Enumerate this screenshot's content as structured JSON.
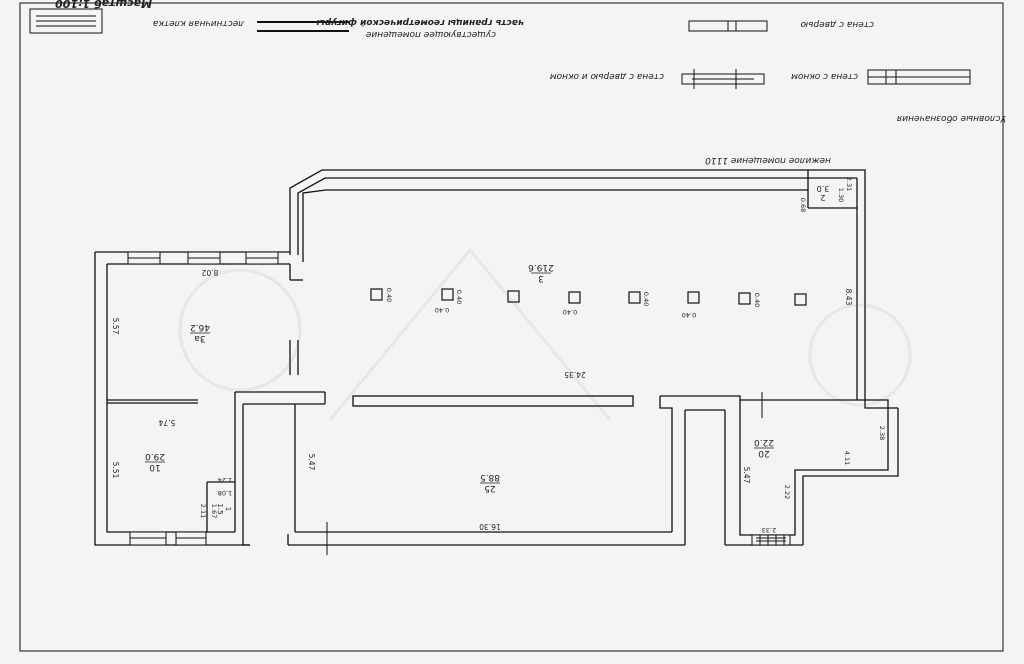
{
  "header": {
    "scale": "Масштаб 1:100"
  },
  "legend": {
    "title": "Условные обозначения",
    "items": [
      {
        "key": "wall_door",
        "label": "стена с дверью"
      },
      {
        "key": "existing_room",
        "label": "существующее помещение"
      },
      {
        "key": "stairwell",
        "label": "лестничная клетка"
      },
      {
        "key": "geometry_part",
        "label": "часть границы геометрической фигуры"
      },
      {
        "key": "wall_window",
        "label": "стена с окном"
      },
      {
        "key": "wall_door_window",
        "label": "стена с дверью и окном"
      }
    ]
  },
  "plan": {
    "below_note": "нежилое помещение 1110",
    "rooms": [
      {
        "id": "room_3",
        "number": "3",
        "area": "219.6"
      },
      {
        "id": "room_3a",
        "number": "3а",
        "area": "46.2"
      },
      {
        "id": "room_10",
        "number": "10",
        "area": "29.0"
      },
      {
        "id": "room_25",
        "number": "25",
        "area": "88.5"
      },
      {
        "id": "room_20",
        "number": "20",
        "area": "22.0"
      },
      {
        "id": "room_2",
        "number": "2",
        "area": "3.0"
      },
      {
        "id": "room_1",
        "number": "1",
        "area": "1.5"
      }
    ],
    "dimensions": {
      "d_802": "8.02",
      "d_557": "5.57",
      "d_574": "5.74",
      "d_551": "5.51",
      "d_124": "1.24",
      "d_108": "1.08",
      "d_211": "2.11",
      "d_167": "1.67",
      "d_2435": "24.35",
      "d_547a": "5.47",
      "d_547b": "5.47",
      "d_1630": "16.30",
      "d_843": "8.43",
      "d_238": "2.38",
      "d_411": "4.11",
      "d_222": "2.22",
      "d_233": "2.33",
      "d_231": "2.31",
      "d_130": "1.30",
      "d_068": "0.68"
    },
    "column_labels": [
      "0.40",
      "0.40",
      "0.40",
      "0.40",
      "0.40",
      "0.40",
      "0.40"
    ]
  }
}
